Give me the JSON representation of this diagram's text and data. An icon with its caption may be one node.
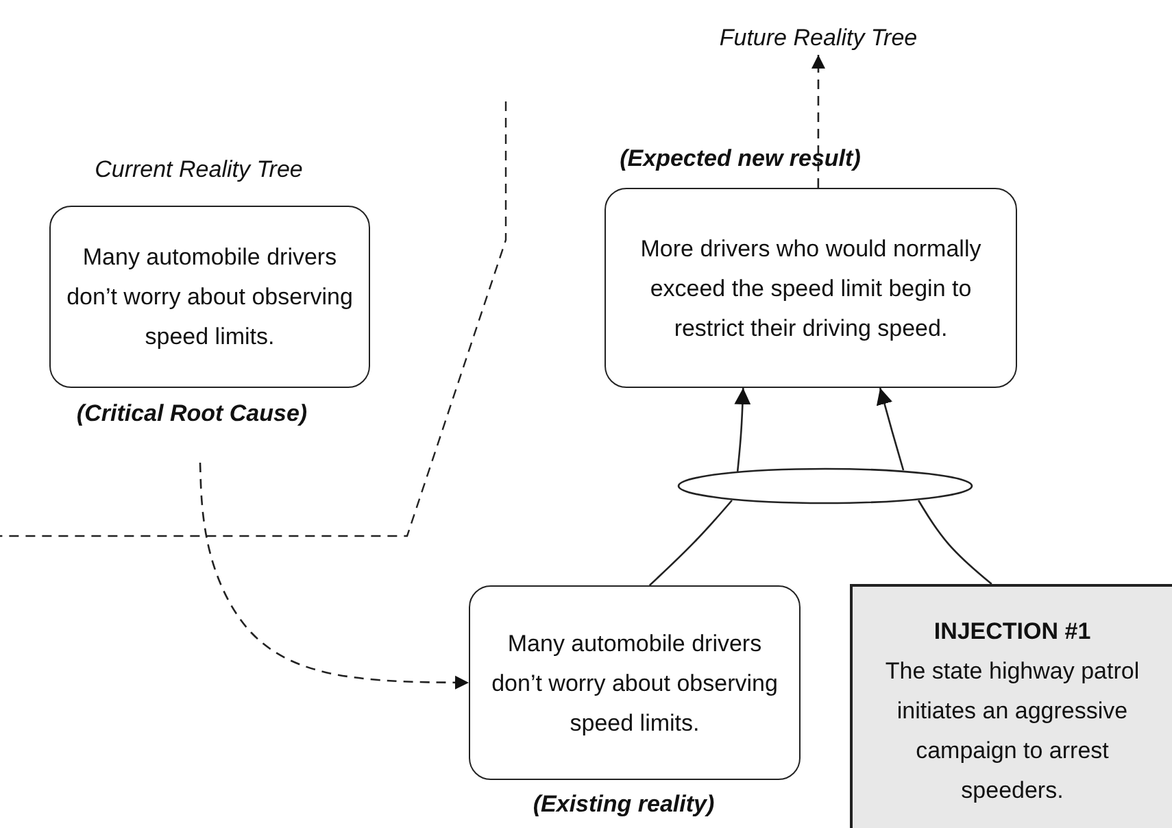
{
  "diagram": {
    "nodes": [
      {
        "text": [
          "Many automobile drivers don’t worry about observing speed limits."
        ],
        "beside": [
          "(Critical Root Cause)"
        ]
      },
      {
        "text": [
          "More drivers who would normally exceed the speed limit begin to restrict their driving speed."
        ],
        "beside": [
          "(Expected new result)"
        ]
      },
      {
        "text": [],
        "shape": "ellipse"
      },
      {
        "text": [
          "Many automobile drivers don’t worry about observing speed limits."
        ],
        "beside": [
          "(Existing reality)"
        ]
      },
      {
        "text": [
          "INJECTION #1",
          "The state highway patrol initiates an aggressive campaign to arrest speeders."
        ]
      },
      {
        "text": [
          "Future Reality Tree"
        ]
      }
    ],
    "edges": [
      {
        "from": 0,
        "to": 3,
        "arrow": "to",
        "style": "dashed"
      },
      {
        "from": 3,
        "to": 2,
        "arrow": "none"
      },
      {
        "from": 2,
        "to": 1,
        "arrow": "to"
      },
      {
        "from": 4,
        "to": 2,
        "arrow": "none"
      },
      {
        "from": 2,
        "to": 1,
        "arrow": "to"
      },
      {
        "from": 1,
        "to": 5,
        "arrow": "to",
        "style": "dashed"
      }
    ],
    "labels": [
      "Current Reality Tree"
    ]
  }
}
